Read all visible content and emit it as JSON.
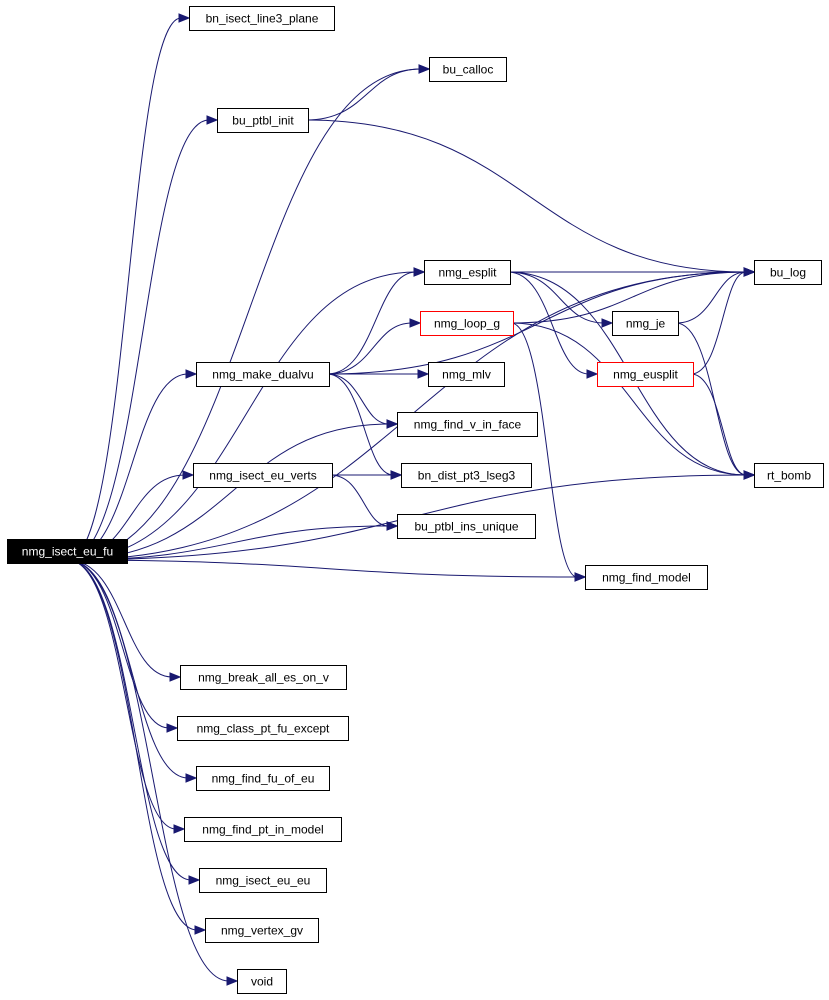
{
  "diagram": {
    "nodes": {
      "nmg_isect_eu_fu": "nmg_isect_eu_fu",
      "bn_isect_line3_plane": "bn_isect_line3_plane",
      "bu_calloc": "bu_calloc",
      "bu_ptbl_init": "bu_ptbl_init",
      "bu_log": "bu_log",
      "nmg_esplit": "nmg_esplit",
      "nmg_loop_g": "nmg_loop_g",
      "nmg_je": "nmg_je",
      "nmg_make_dualvu": "nmg_make_dualvu",
      "nmg_mlv": "nmg_mlv",
      "nmg_eusplit": "nmg_eusplit",
      "nmg_find_v_in_face": "nmg_find_v_in_face",
      "nmg_isect_eu_verts": "nmg_isect_eu_verts",
      "bn_dist_pt3_lseg3": "bn_dist_pt3_lseg3",
      "rt_bomb": "rt_bomb",
      "bu_ptbl_ins_unique": "bu_ptbl_ins_unique",
      "nmg_find_model": "nmg_find_model",
      "nmg_break_all_es_on_v": "nmg_break_all_es_on_v",
      "nmg_class_pt_fu_except": "nmg_class_pt_fu_except",
      "nmg_find_fu_of_eu": "nmg_find_fu_of_eu",
      "nmg_find_pt_in_model": "nmg_find_pt_in_model",
      "nmg_isect_eu_eu": "nmg_isect_eu_eu",
      "nmg_vertex_gv": "nmg_vertex_gv",
      "void": "void"
    },
    "highlighted_nodes": [
      "nmg_loop_g",
      "nmg_eusplit"
    ],
    "root_node": "nmg_isect_eu_fu",
    "edges": [
      [
        "nmg_isect_eu_fu",
        "bn_isect_line3_plane"
      ],
      [
        "nmg_isect_eu_fu",
        "bu_calloc"
      ],
      [
        "nmg_isect_eu_fu",
        "bu_ptbl_init"
      ],
      [
        "nmg_isect_eu_fu",
        "bu_log"
      ],
      [
        "nmg_isect_eu_fu",
        "nmg_esplit"
      ],
      [
        "nmg_isect_eu_fu",
        "nmg_make_dualvu"
      ],
      [
        "nmg_isect_eu_fu",
        "nmg_find_v_in_face"
      ],
      [
        "nmg_isect_eu_fu",
        "nmg_isect_eu_verts"
      ],
      [
        "nmg_isect_eu_fu",
        "bu_ptbl_ins_unique"
      ],
      [
        "nmg_isect_eu_fu",
        "nmg_find_model"
      ],
      [
        "nmg_isect_eu_fu",
        "rt_bomb"
      ],
      [
        "nmg_isect_eu_fu",
        "nmg_break_all_es_on_v"
      ],
      [
        "nmg_isect_eu_fu",
        "nmg_class_pt_fu_except"
      ],
      [
        "nmg_isect_eu_fu",
        "nmg_find_fu_of_eu"
      ],
      [
        "nmg_isect_eu_fu",
        "nmg_find_pt_in_model"
      ],
      [
        "nmg_isect_eu_fu",
        "nmg_isect_eu_eu"
      ],
      [
        "nmg_isect_eu_fu",
        "nmg_vertex_gv"
      ],
      [
        "nmg_isect_eu_fu",
        "void"
      ],
      [
        "bu_ptbl_init",
        "bu_calloc"
      ],
      [
        "bu_ptbl_init",
        "bu_log"
      ],
      [
        "nmg_esplit",
        "bu_log"
      ],
      [
        "nmg_esplit",
        "nmg_je"
      ],
      [
        "nmg_esplit",
        "nmg_eusplit"
      ],
      [
        "nmg_esplit",
        "rt_bomb"
      ],
      [
        "nmg_je",
        "bu_log"
      ],
      [
        "nmg_je",
        "rt_bomb"
      ],
      [
        "nmg_eusplit",
        "bu_log"
      ],
      [
        "nmg_eusplit",
        "rt_bomb"
      ],
      [
        "nmg_loop_g",
        "bu_log"
      ],
      [
        "nmg_loop_g",
        "rt_bomb"
      ],
      [
        "nmg_loop_g",
        "nmg_find_model"
      ],
      [
        "nmg_make_dualvu",
        "bu_log"
      ],
      [
        "nmg_make_dualvu",
        "nmg_esplit"
      ],
      [
        "nmg_make_dualvu",
        "nmg_loop_g"
      ],
      [
        "nmg_make_dualvu",
        "nmg_mlv"
      ],
      [
        "nmg_make_dualvu",
        "nmg_find_v_in_face"
      ],
      [
        "nmg_make_dualvu",
        "bn_dist_pt3_lseg3"
      ],
      [
        "nmg_isect_eu_verts",
        "bn_dist_pt3_lseg3"
      ],
      [
        "nmg_isect_eu_verts",
        "bu_ptbl_ins_unique"
      ]
    ]
  },
  "colors": {
    "edge": "#191970",
    "node_border": "#000000",
    "highlight_border": "#ff0000",
    "root_fill": "#000000",
    "root_text": "#ffffff"
  }
}
